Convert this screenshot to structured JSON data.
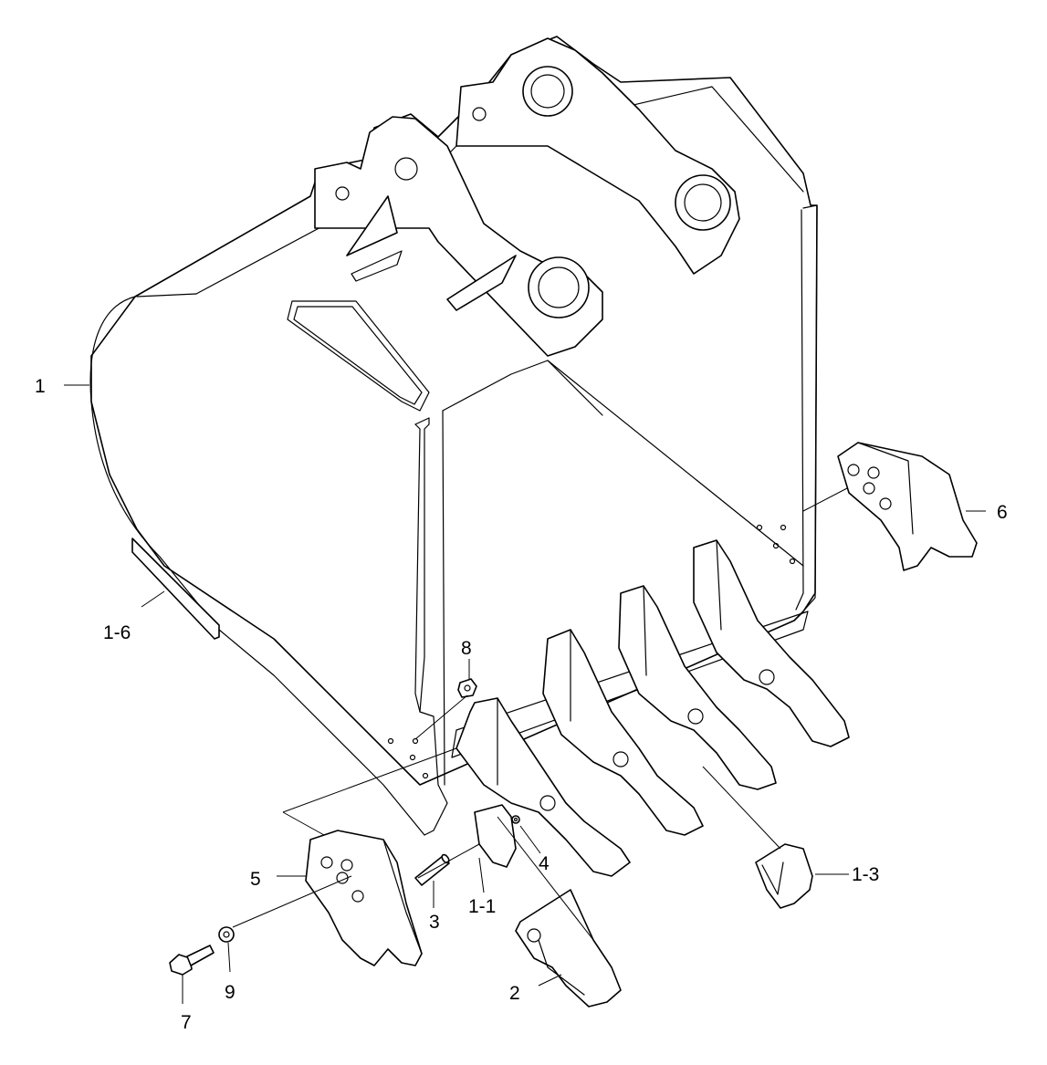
{
  "callouts": {
    "c1": "1",
    "c1_6": "1-6",
    "c8": "8",
    "c6": "6",
    "c5": "5",
    "c3": "3",
    "c1_1": "1-1",
    "c4": "4",
    "c1_3": "1-3",
    "c9": "9",
    "c7": "7",
    "c2": "2"
  },
  "colors": {
    "line": "#000000",
    "background": "#ffffff"
  }
}
